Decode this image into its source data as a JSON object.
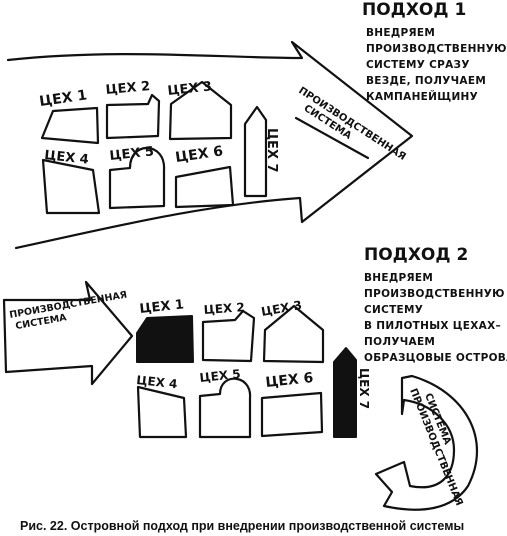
{
  "approach1": {
    "title": "ПОДХОД 1",
    "note": [
      "ВНЕДРЯЕМ",
      "ПРОИЗВОДСТВЕННУЮ",
      "СИСТЕМУ СРАЗУ",
      "ВЕЗДЕ, ПОЛУЧАЕМ",
      "КАМПАНЕЙЩИНУ"
    ],
    "arrow_label": [
      "ПРОИЗВОДСТВЕННАЯ",
      "СИСТЕМА"
    ],
    "shops": [
      "ЦЕХ 1",
      "ЦЕХ 2",
      "ЦЕХ 3",
      "ЦЕХ 4",
      "ЦЕХ 5",
      "ЦЕХ 6",
      "ЦЕХ 7"
    ]
  },
  "approach2": {
    "title": "ПОДХОД 2",
    "note": [
      "ВНЕДРЯЕМ",
      "ПРОИЗВОДСТВЕННУЮ",
      "СИСТЕМУ",
      "В ПИЛОТНЫХ ЦЕХАХ–",
      "ПОЛУЧАЕМ",
      "ОБРАЗЦОВЫЕ ОСТРОВА"
    ],
    "arrow_label": [
      "ПРОИЗВОДСТВЕННАЯ",
      "СИСТЕМА"
    ],
    "curve_label": [
      "ПРОИЗВОДСТВЕННАЯ",
      "СИСТЕМА"
    ],
    "shops": [
      "ЦЕХ 1",
      "ЦЕХ 2",
      "ЦЕХ 3",
      "ЦЕХ 4",
      "ЦЕХ 5",
      "ЦЕХ 6",
      "ЦЕХ 7"
    ],
    "pilot_shops": [
      "ЦЕХ 1",
      "ЦЕХ 7"
    ]
  },
  "caption": "Рис. 22. Островной подход при внедрении производственной системы",
  "colors": {
    "ink": "#111111",
    "paper": "#ffffff"
  }
}
